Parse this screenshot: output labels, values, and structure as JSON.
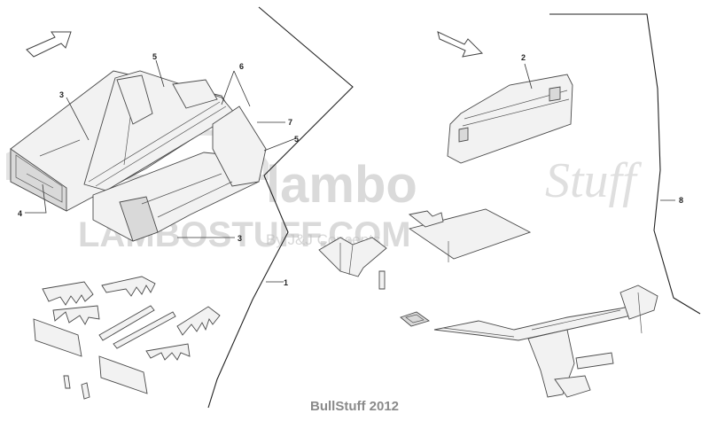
{
  "watermark": {
    "brand": "lambo",
    "script": "Stuff",
    "url": "LAMBOSTUFF.COM",
    "byline": "By J&J Concepts"
  },
  "callouts": {
    "c1": "1",
    "c2": "2",
    "c3a": "3",
    "c3b": "3",
    "c4": "4",
    "c5a": "5",
    "c5b": "5",
    "c6": "6",
    "c7": "7",
    "c8": "8"
  },
  "footer": "BullStuff 2012"
}
